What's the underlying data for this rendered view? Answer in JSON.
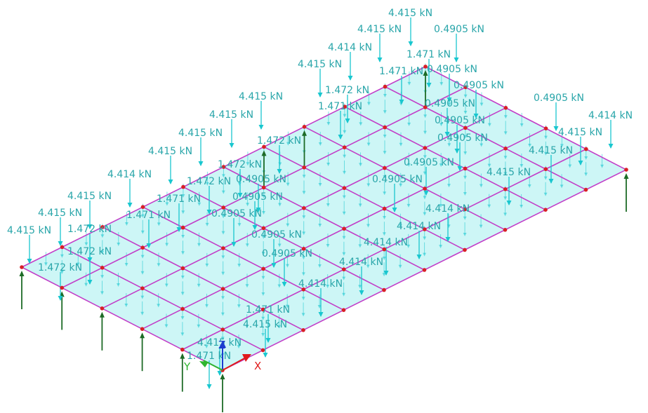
{
  "viewport": {
    "colors": {
      "background": "#ffffff",
      "slab_fill": "#cdf6f6",
      "mesh": "#c23fc8",
      "load_arrow": "#19c7cf",
      "load_text": "#2aa6aa",
      "reaction": "#1d6b26",
      "node": "#d81f26",
      "axis_x": "#e01b1b",
      "axis_y": "#2fb52f",
      "axis_z": "#1c3ccf"
    },
    "axes": {
      "x_label": "X",
      "y_label": "Y",
      "z_label": "Z"
    },
    "load_labels": [
      "4.415 kN",
      "4.415 kN",
      "0.4905 kN",
      "4.414 kN",
      "1.471 kN",
      "4.415 kN",
      "1.471 kN",
      "0.4905 kN",
      "1.472 kN",
      "0.4905 kN",
      "1.471 kN",
      "0.4905 kN",
      "0.4905 kN",
      "4.415 kN",
      "4.414 kN",
      "4.415 kN",
      "0.4905 kN",
      "4.415 kN",
      "1.472 kN",
      "4.415 kN",
      "0.4905 kN",
      "4.415 kN",
      "1.472 kN",
      "0.4905 kN",
      "4.415 kN",
      "4.414 kN",
      "1.472 kN",
      "0.4905 kN",
      "0.4905 kN",
      "4.415 kN",
      "1.471 kN",
      "0.4905 kN",
      "4.414 kN",
      "4.415 kN",
      "1.471 kN",
      "4.415 kN",
      "1.472 kN",
      "4.414 kN",
      "0.4905 kN",
      "4.415 kN",
      "1.472 kN",
      "0.4905 kN",
      "4.414 kN",
      "1.472 kN",
      "4.414 kN",
      "0.4905 kN",
      "4.414 kN",
      "1.471 kN",
      "4.415 kN",
      "4.415 kN",
      "1.471 kN"
    ]
  }
}
